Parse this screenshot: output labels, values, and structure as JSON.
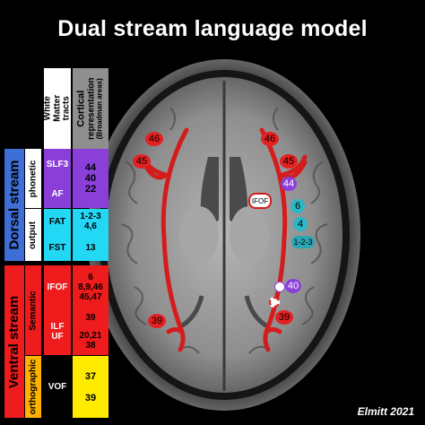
{
  "title": "Dual stream language model",
  "signature": "Elmitt 2021",
  "table": {
    "col_white_matter": "White Matter tracts",
    "col_cortical_line1": "Cortical",
    "col_cortical_line2": "representation",
    "col_cortical_line3": "(Broadman areas)",
    "dorsal": {
      "label": "Dorsal stream",
      "phonetic_label": "phonetic",
      "output_label": "output",
      "tracts": [
        "SLF3",
        "AF",
        "FAT",
        "FST"
      ],
      "areas_phonetic": [
        "44",
        "40",
        "22"
      ],
      "areas_fat": [
        "1-2-3",
        "4,6"
      ],
      "areas_fst": "13"
    },
    "ventral": {
      "label": "Ventral stream",
      "semantic_label": "Semantic",
      "orthographic_label": "orthographic",
      "tracts": [
        "IFOF",
        "ILF",
        "UF",
        "VOF"
      ],
      "areas_ifof": [
        "6",
        "8,9,46",
        "45,47"
      ],
      "areas_ilf": "39",
      "areas_uf": [
        "20,21",
        "38"
      ],
      "areas_vof": [
        "37",
        "39"
      ]
    }
  },
  "brain": {
    "markers_left": [
      "46",
      "45",
      "39"
    ],
    "markers_right": [
      "46",
      "45",
      "44",
      "6",
      "4",
      "1-2-3",
      "40",
      "39"
    ],
    "ifof_label": "IFOF"
  },
  "colors": {
    "dorsal_purple": "#8a3fd9",
    "dorsal_cyan": "#22d8f5",
    "ventral_red": "#ee1c1c",
    "ventral_yellow": "#ffea00",
    "phonetic_blue": "#3d6fd6",
    "orthographic_orange": "#ffb300"
  }
}
